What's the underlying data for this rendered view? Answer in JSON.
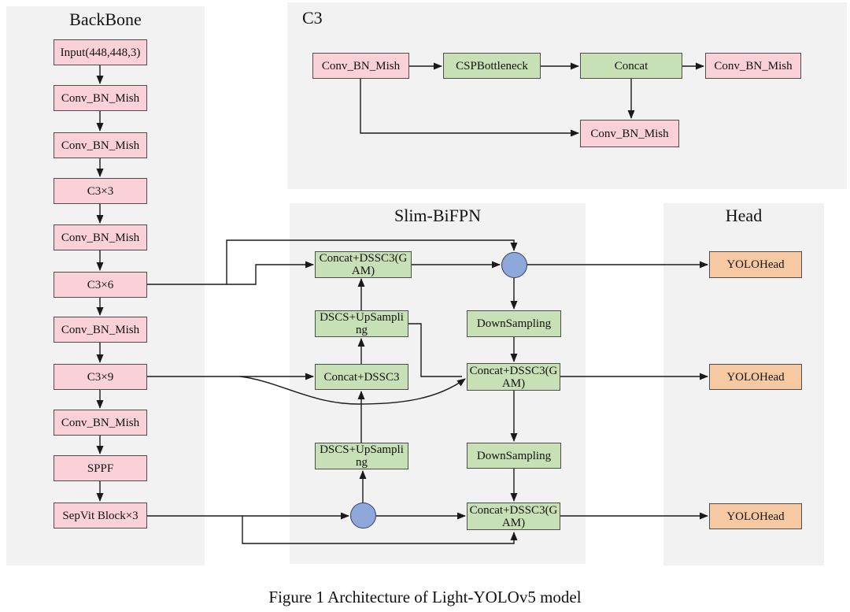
{
  "figure_caption": "Figure 1 Architecture of Light-YOLOv5 model",
  "colors": {
    "pink": "#FAD1D9",
    "green": "#C8E0B6",
    "orange": "#F7C9A2",
    "blue": "#8FA8DB",
    "panel": "#F2F2F2",
    "border": "#4D4D4D",
    "line": "#1A1A1A"
  },
  "panels": {
    "backbone": {
      "title": "BackBone"
    },
    "c3": {
      "title": "C3"
    },
    "slim_bifpn": {
      "title": "Slim-BiFPN"
    },
    "head": {
      "title": "Head"
    }
  },
  "backbone_nodes": [
    {
      "label": "Input(448,448,3)"
    },
    {
      "label": "Conv_BN_Mish"
    },
    {
      "label": "Conv_BN_Mish"
    },
    {
      "label": "C3×3"
    },
    {
      "label": "Conv_BN_Mish"
    },
    {
      "label": "C3×6"
    },
    {
      "label": "Conv_BN_Mish"
    },
    {
      "label": "C3×9"
    },
    {
      "label": "Conv_BN_Mish"
    },
    {
      "label": "SPPF"
    },
    {
      "label": "SepVit Block×3"
    }
  ],
  "c3_nodes": [
    {
      "label": "Conv_BN_Mish"
    },
    {
      "label": "CSPBottleneck"
    },
    {
      "label": "Concat"
    },
    {
      "label": "Conv_BN_Mish"
    },
    {
      "label": "Conv_BN_Mish"
    }
  ],
  "slim_nodes": [
    {
      "label": "Concat+DSSC3(G\nAM)"
    },
    {
      "label": "DSCS+UpSampli\nng"
    },
    {
      "label": "Concat+DSSC3"
    },
    {
      "label": "DSCS+UpSampli\nng"
    },
    {
      "label": "DownSampling"
    },
    {
      "label": "Concat+DSSC3(G\nAM)"
    },
    {
      "label": "DownSampling"
    },
    {
      "label": "Concat+DSSC3(G\nAM)"
    }
  ],
  "fusion_nodes": [
    {
      "icon": "fusion-circle"
    },
    {
      "icon": "fusion-circle"
    }
  ],
  "head_nodes": [
    {
      "label": "YOLOHead"
    },
    {
      "label": "YOLOHead"
    },
    {
      "label": "YOLOHead"
    }
  ]
}
